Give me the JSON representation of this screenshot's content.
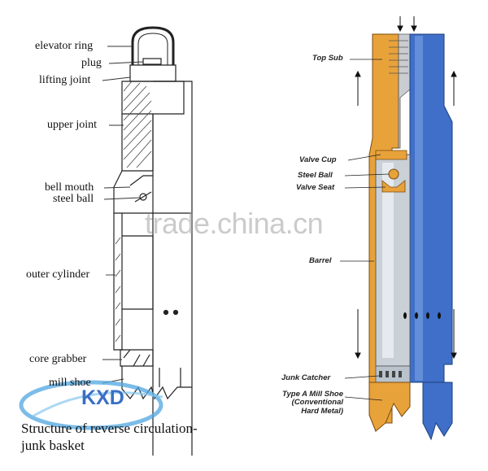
{
  "left_labels": {
    "elevator_ring": "elevator ring",
    "plug": "plug",
    "lifting_joint": "lifting joint",
    "upper_joint": "upper joint",
    "bell_mouth": "bell mouth",
    "steel_ball": "steel ball",
    "outer_cylinder": "outer cylinder",
    "core_grabber": "core grabber",
    "mill_shoe": "mill shoe"
  },
  "caption": {
    "line1": "Structure of reverse circulation-",
    "line2": "junk basket"
  },
  "right_labels": {
    "top_sub": "Top Sub",
    "valve_cup": "Valve Cup",
    "steel_ball": "Steel Ball",
    "valve_seat": "Valve Seat",
    "barrel": "Barrel",
    "junk_catcher": "Junk Catcher",
    "mill_shoe_line1": "Type A Mill Shoe",
    "mill_shoe_line2": "(Conventional",
    "mill_shoe_line3": "Hard Metal)"
  },
  "watermark": "trade.china.cn",
  "logo": {
    "text": "KXD",
    "color": "#3a6fc4"
  },
  "colors": {
    "orange": "#e8a23a",
    "blue": "#3f6fc8",
    "steel": "#b9c3cc"
  }
}
